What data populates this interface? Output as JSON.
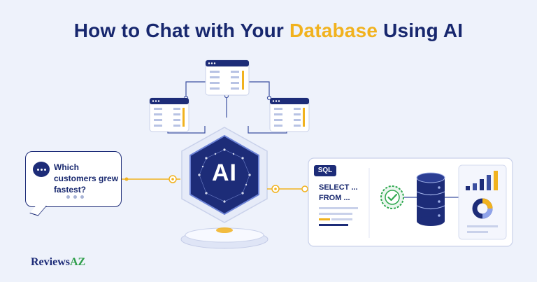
{
  "title": {
    "part1": "How to Chat with Your ",
    "highlight": "Database",
    "part2": " Using AI"
  },
  "chat_bubble": {
    "text": "Which customers grew fastest?",
    "icon": "chat-bubble-icon"
  },
  "ai_hub": {
    "label": "AI",
    "icon": "hexagon-network-icon"
  },
  "tables": {
    "count": 3,
    "icon": "table-window-icon"
  },
  "sql_panel": {
    "badge": "SQL",
    "line1": "SELECT ...",
    "line2": "FROM ..."
  },
  "icons": {
    "check": "check-circle-icon",
    "database": "database-icon",
    "bar_chart": "bar-chart-icon",
    "donut": "donut-chart-icon"
  },
  "logo": {
    "part1": "Reviews",
    "part2": "AZ"
  },
  "colors": {
    "navy": "#1d2c78",
    "accent": "#f1b21e",
    "success": "#2fa84f",
    "background": "#eef2fb"
  }
}
